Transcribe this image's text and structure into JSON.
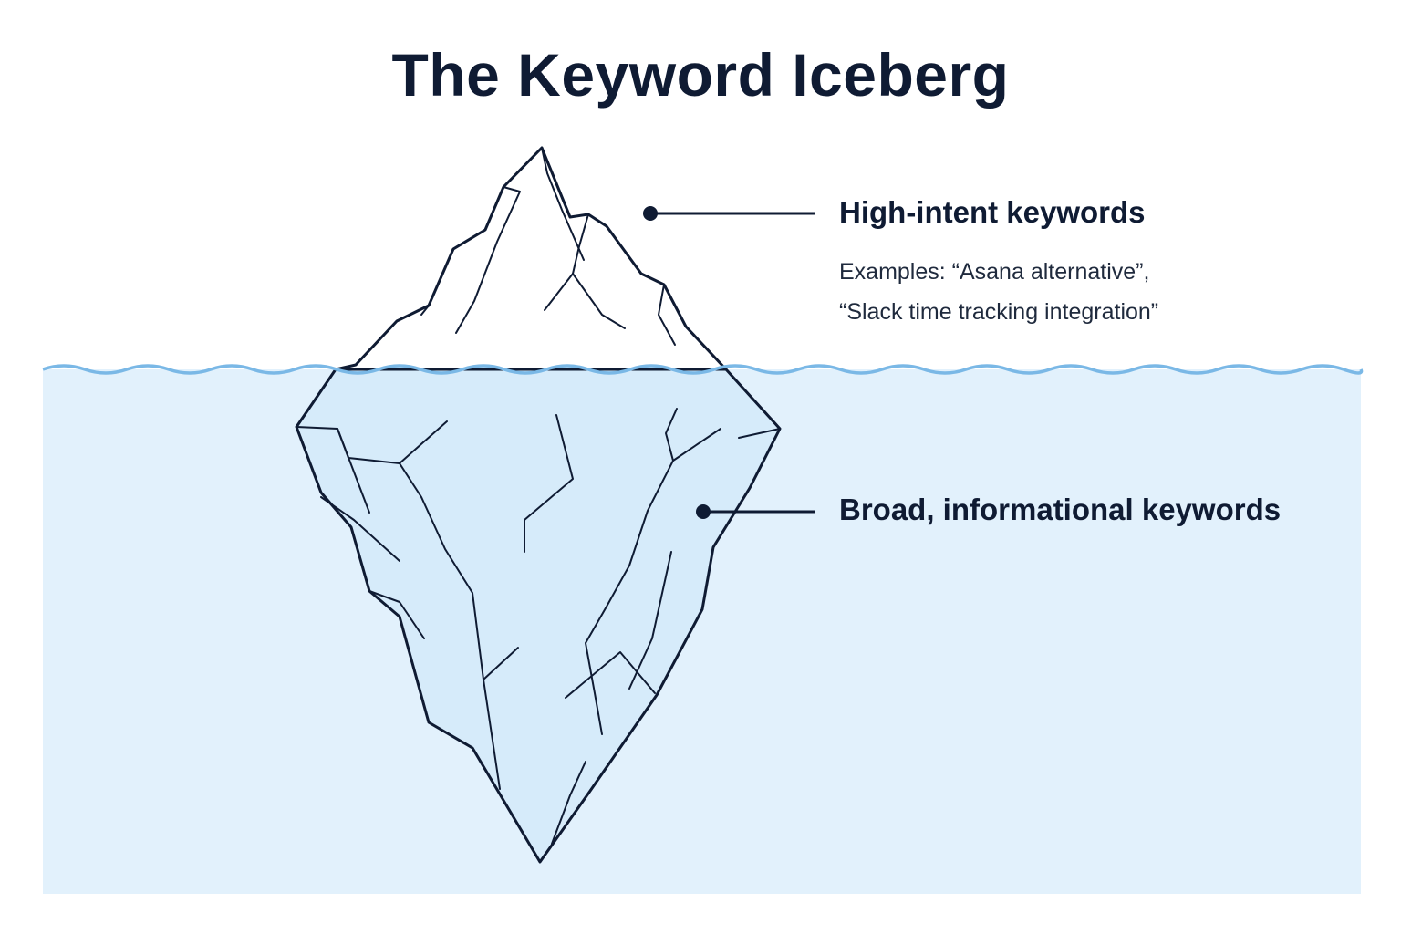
{
  "title": "The Keyword Iceberg",
  "annotations": {
    "top": {
      "label": "High-intent keywords",
      "examples_line1": "Examples: “Asana alternative”,",
      "examples_line2": "“Slack time tracking integration”"
    },
    "bottom": {
      "label": "Broad, informational keywords"
    }
  },
  "colors": {
    "ink": "#0f1b33",
    "water_fill": "#e2f1fc",
    "water_line": "#7ab8e6",
    "ice_underwater": "#d6ebfa",
    "ice_above": "#ffffff"
  }
}
